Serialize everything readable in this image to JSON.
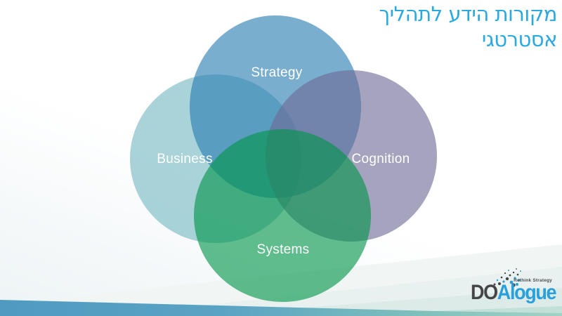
{
  "slide": {
    "title": {
      "line1": "מקורות הידע לתהליך",
      "line2": "אסטרטגי",
      "color": "#2aa9e0"
    }
  },
  "venn": {
    "fill_opacity": "0.62",
    "label_color": "#ffffff",
    "circles": [
      {
        "name": "Business",
        "label": "Business",
        "color": "#74b8c0"
      },
      {
        "name": "Strategy",
        "label": "Strategy",
        "color": "#297db2"
      },
      {
        "name": "Cognition",
        "label": "Cognition",
        "color": "#6e6a94"
      },
      {
        "name": "Systems",
        "label": "Systems",
        "color": "#009448"
      }
    ]
  },
  "footer": {
    "band_colors": [
      "#f1f6f5",
      "#e8f1ef",
      "#dcebe8",
      "#c2e0d8"
    ],
    "wedge_color_left": "#4f9ac1",
    "wedge_color_right": "#a3d2c6"
  },
  "logo": {
    "prefix": "DO",
    "suffix": "Alogue",
    "tagline": "Rethink Strategy",
    "prefix_color": "#454547",
    "suffix_color": "#2aa0da"
  }
}
